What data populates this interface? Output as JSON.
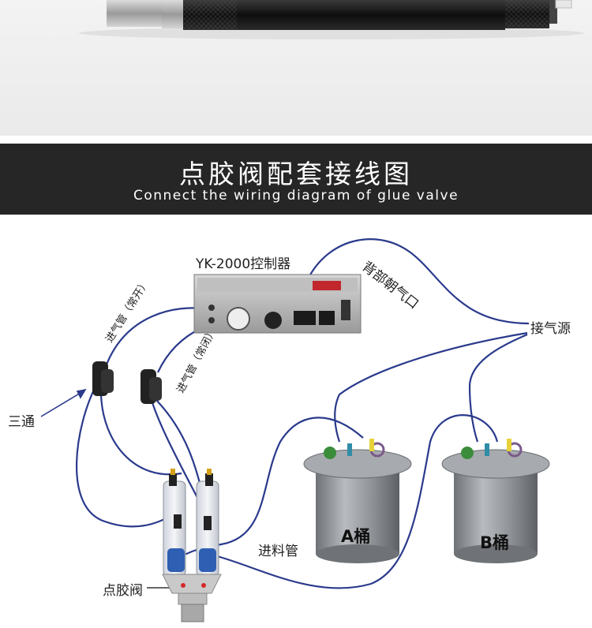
{
  "banner": {
    "title": "点胶阀配套接线图",
    "subtitle": "Connect the wiring diagram of glue valve"
  },
  "labels": {
    "controller": "YK-2000控制器",
    "back_air": "背部朝气口",
    "air_source": "接气源",
    "three_way": "三通",
    "air_tube_open": "进气管（常开）",
    "air_tube_closed": "进气管（常闭）",
    "feed_tube": "进料管",
    "valve": "点胶阀",
    "tank_a": "A桶",
    "tank_b": "B桶"
  },
  "colors": {
    "banner_bg": "#262626",
    "tube": "#2a3a8c",
    "tank": "#8f9297"
  }
}
